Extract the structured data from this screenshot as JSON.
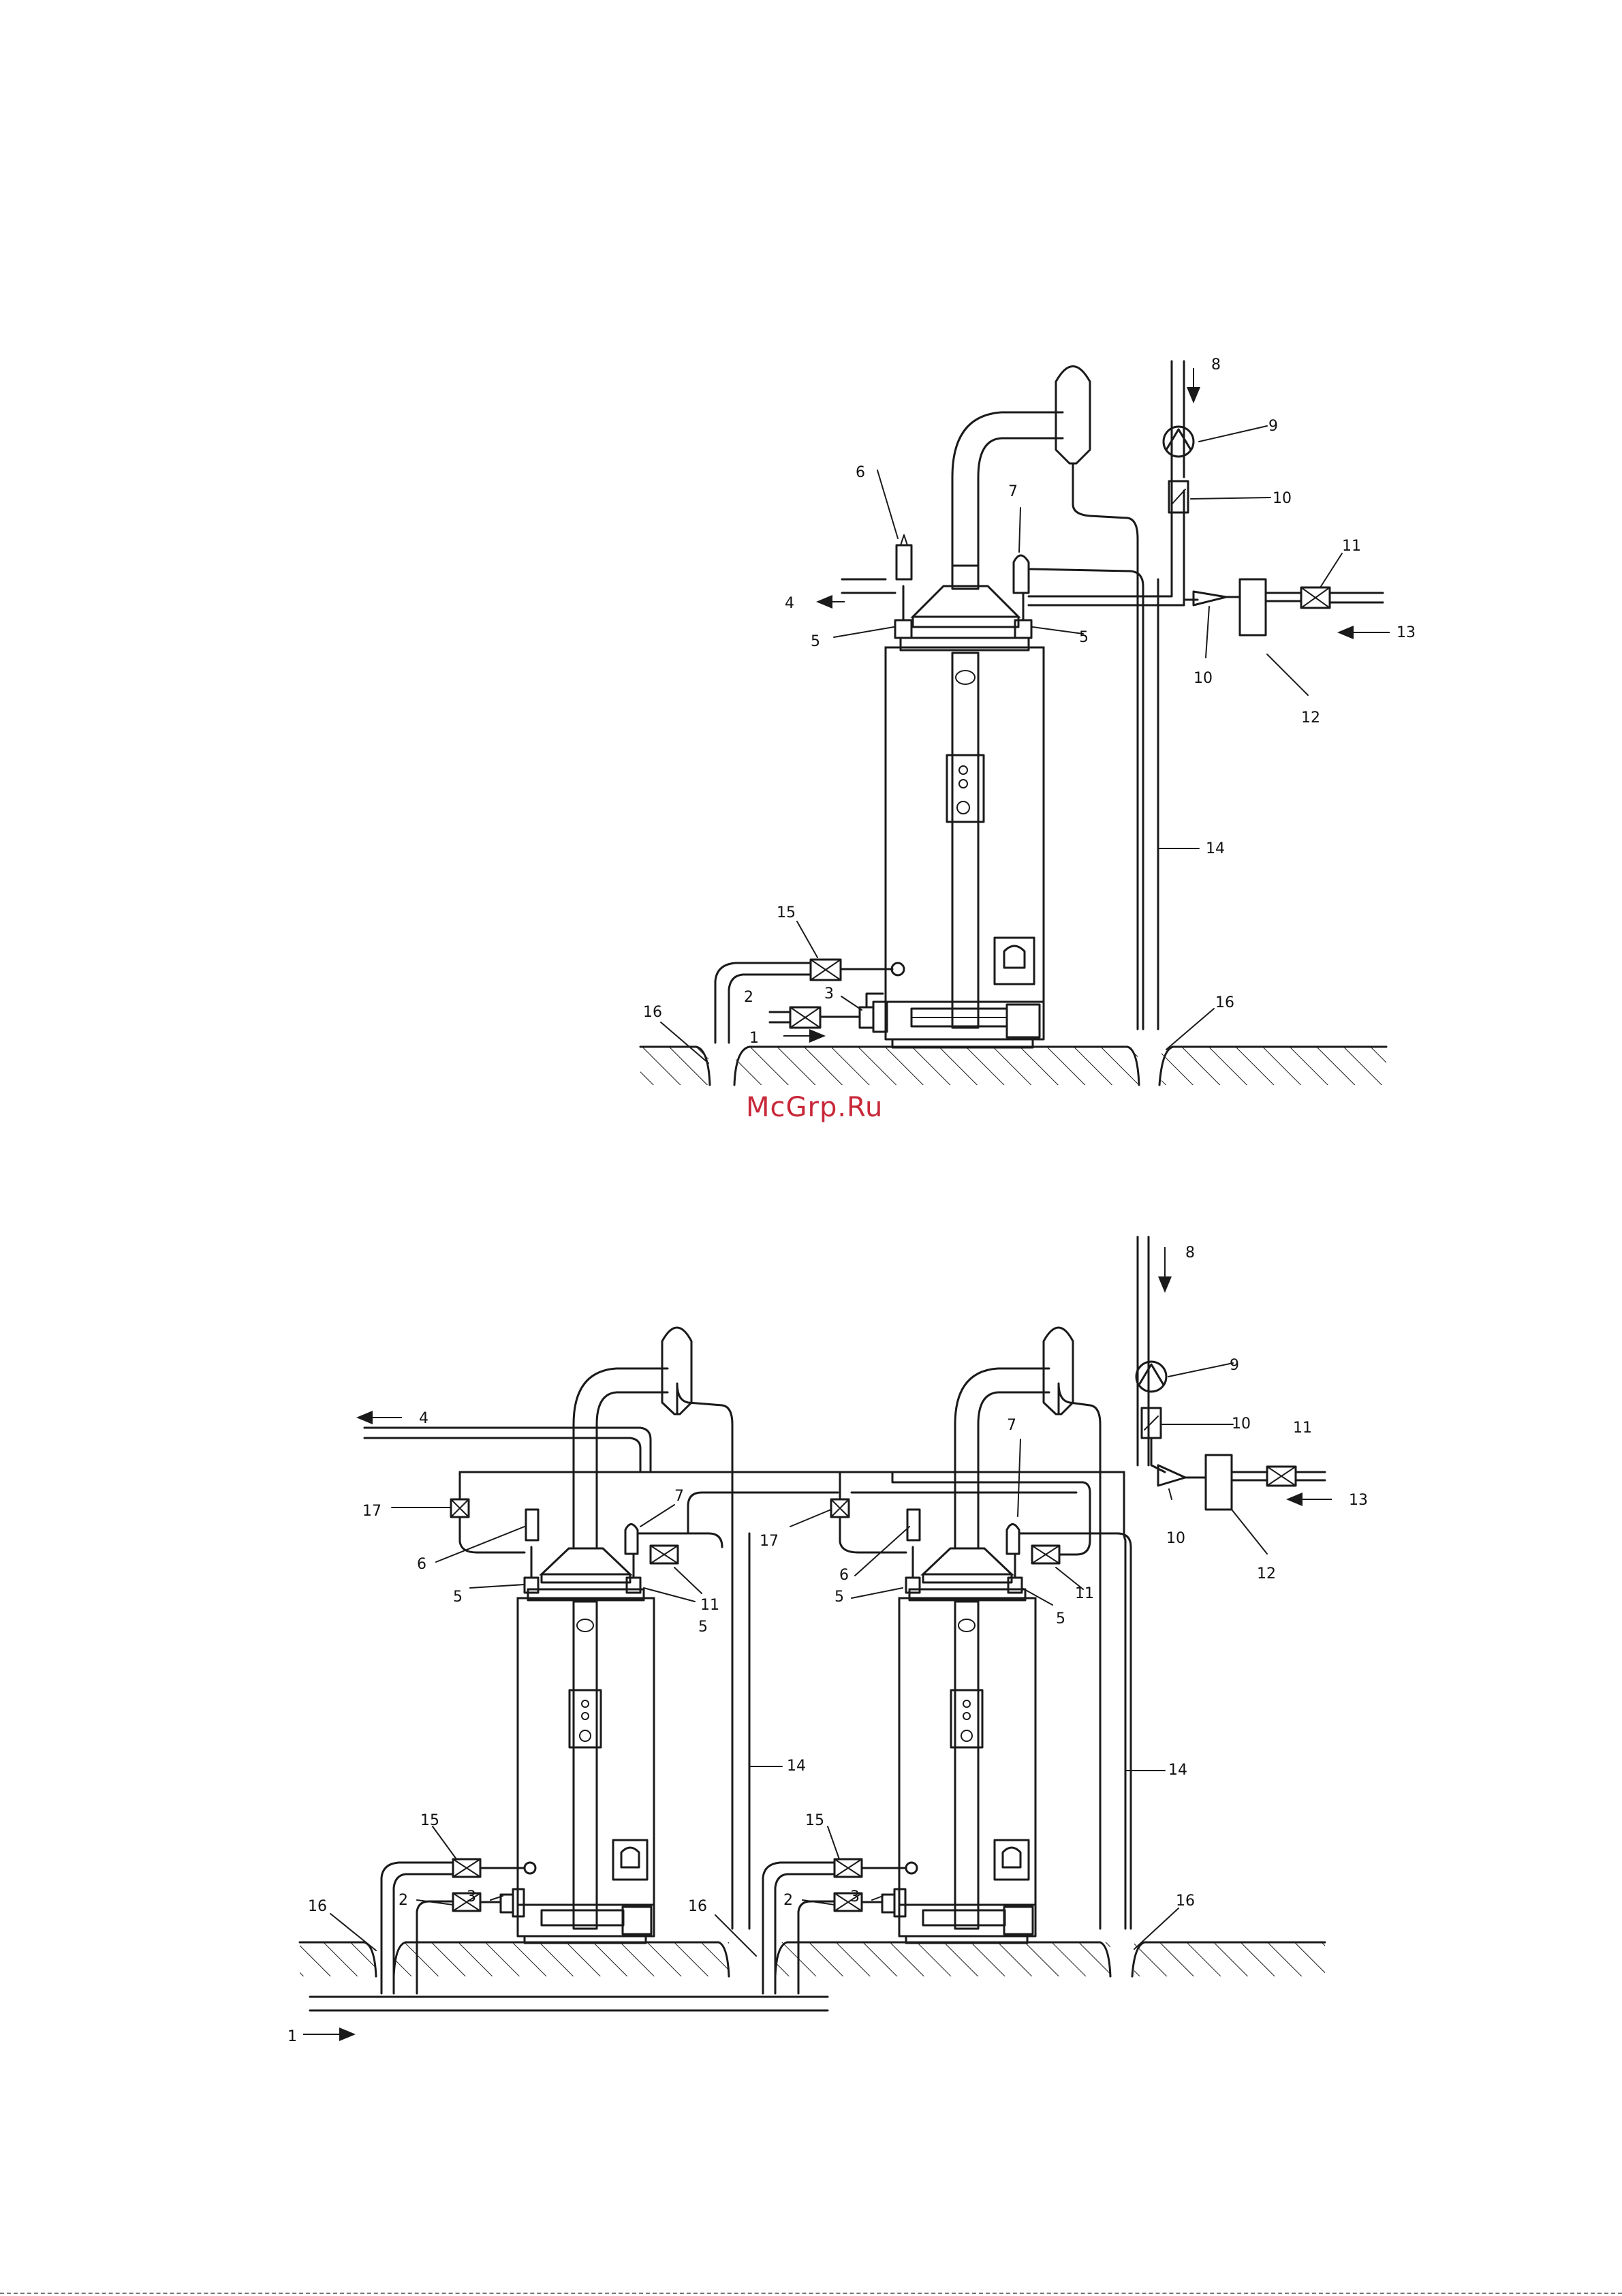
{
  "watermark": "McGrp.Ru",
  "diagram_top": {
    "labels": {
      "l1": "1",
      "l2": "2",
      "l3": "3",
      "l4": "4",
      "l5a": "5",
      "l5b": "5",
      "l6": "6",
      "l7": "7",
      "l8": "8",
      "l9": "9",
      "l10a": "10",
      "l10b": "10",
      "l11": "11",
      "l12": "12",
      "l13": "13",
      "l14": "14",
      "l15": "15",
      "l16a": "16",
      "l16b": "16"
    }
  },
  "diagram_bottom": {
    "labels": {
      "l1": "1",
      "l2a": "2",
      "l2b": "2",
      "l3a": "3",
      "l3b": "3",
      "l4": "4",
      "l5a": "5",
      "l5b": "5",
      "l5c": "5",
      "l5d": "5",
      "l6a": "6",
      "l6b": "6",
      "l7a": "7",
      "l7b": "7",
      "l8": "8",
      "l9": "9",
      "l10a": "10",
      "l10b": "10",
      "l11a": "11",
      "l11b": "11",
      "l11c": "11",
      "l12": "12",
      "l13": "13",
      "l14a": "14",
      "l14b": "14",
      "l15a": "15",
      "l15b": "15",
      "l16a": "16",
      "l16b": "16",
      "l16c": "16",
      "l17a": "17",
      "l17b": "17"
    }
  }
}
